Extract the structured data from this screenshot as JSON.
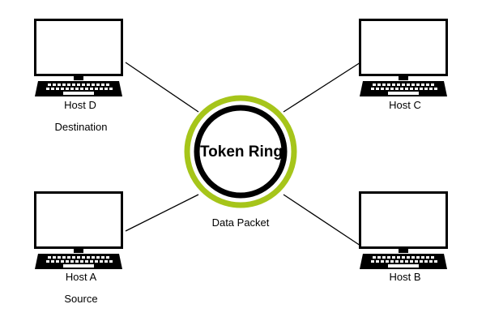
{
  "diagram": {
    "ring": {
      "label": "Token Ring",
      "outer_color": "#a6c51a",
      "inner_color": "#000000"
    },
    "hosts": {
      "host_d": {
        "name": "Host D",
        "role": "Destination",
        "icon": "laptop-icon"
      },
      "host_c": {
        "name": "Host C",
        "icon": "laptop-icon"
      },
      "host_a": {
        "name": "Host A",
        "role": "Source",
        "icon": "laptop-icon"
      },
      "host_b": {
        "name": "Host B",
        "icon": "laptop-icon"
      }
    },
    "packet_label": "Data Packet"
  }
}
